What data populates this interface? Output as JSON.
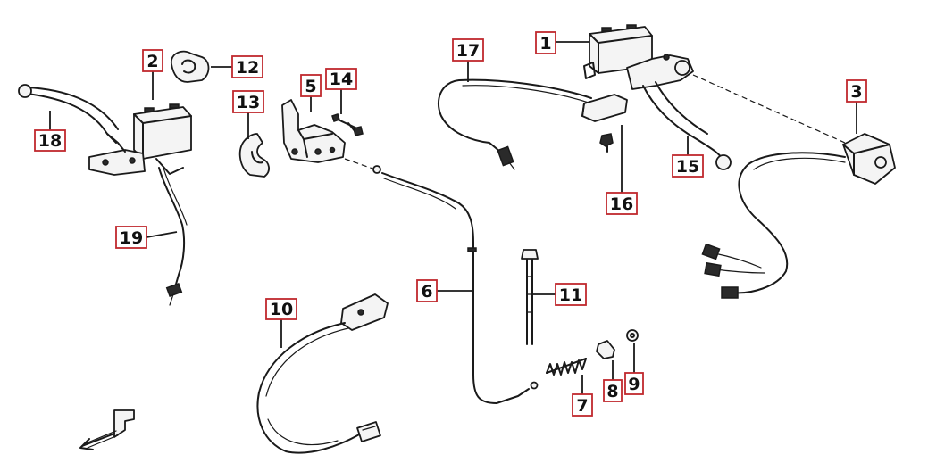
{
  "colors": {
    "callout_border": "#c0282d",
    "line_art": "#1a1a1a",
    "background": "#ffffff"
  },
  "callouts": [
    {
      "id": "c1",
      "label": "1"
    },
    {
      "id": "c2",
      "label": "2"
    },
    {
      "id": "c3",
      "label": "3"
    },
    {
      "id": "c5",
      "label": "5"
    },
    {
      "id": "c6",
      "label": "6"
    },
    {
      "id": "c7",
      "label": "7"
    },
    {
      "id": "c8",
      "label": "8"
    },
    {
      "id": "c9",
      "label": "9"
    },
    {
      "id": "c10",
      "label": "10"
    },
    {
      "id": "c11",
      "label": "11"
    },
    {
      "id": "c12",
      "label": "12"
    },
    {
      "id": "c13",
      "label": "13"
    },
    {
      "id": "c14",
      "label": "14"
    },
    {
      "id": "c15",
      "label": "15"
    },
    {
      "id": "c16",
      "label": "16"
    },
    {
      "id": "c17",
      "label": "17"
    },
    {
      "id": "c18",
      "label": "18"
    },
    {
      "id": "c19",
      "label": "19"
    }
  ],
  "icons": [
    "front-direction-arrow-icon"
  ]
}
